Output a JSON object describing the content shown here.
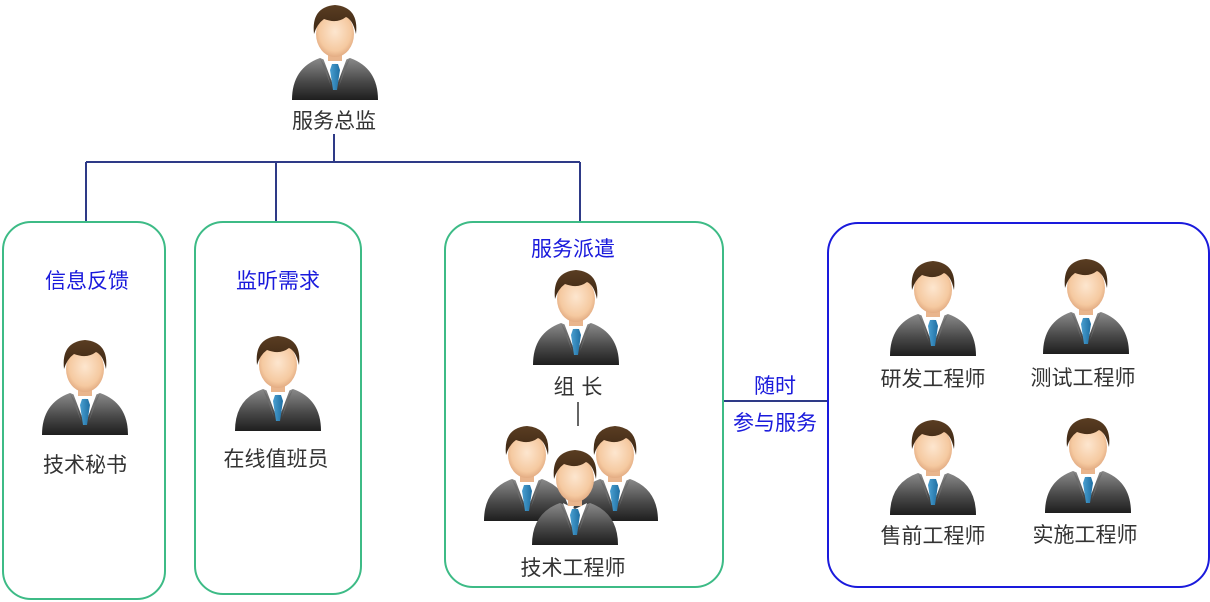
{
  "top": {
    "title": "服务总监"
  },
  "groups": {
    "feedback": {
      "title": "信息反馈",
      "person": "技术秘书"
    },
    "monitor": {
      "title": "监听需求",
      "person": "在线值班员"
    },
    "dispatch": {
      "title": "服务派遣",
      "leader": "组 长",
      "team": "技术工程师"
    },
    "experts": {
      "rd": "研发工程师",
      "test": "测试工程师",
      "presales": "售前工程师",
      "implementation": "实施工程师"
    }
  },
  "link": {
    "line1": "随时",
    "line2": "参与服务"
  },
  "colors": {
    "org_line": "#2e3a87",
    "green_border": "#3dbb86",
    "blue_border": "#1a1adc",
    "label_blue": "#1a1adc",
    "label_dark": "#333333"
  },
  "icons": {
    "person": "businessman-icon"
  }
}
